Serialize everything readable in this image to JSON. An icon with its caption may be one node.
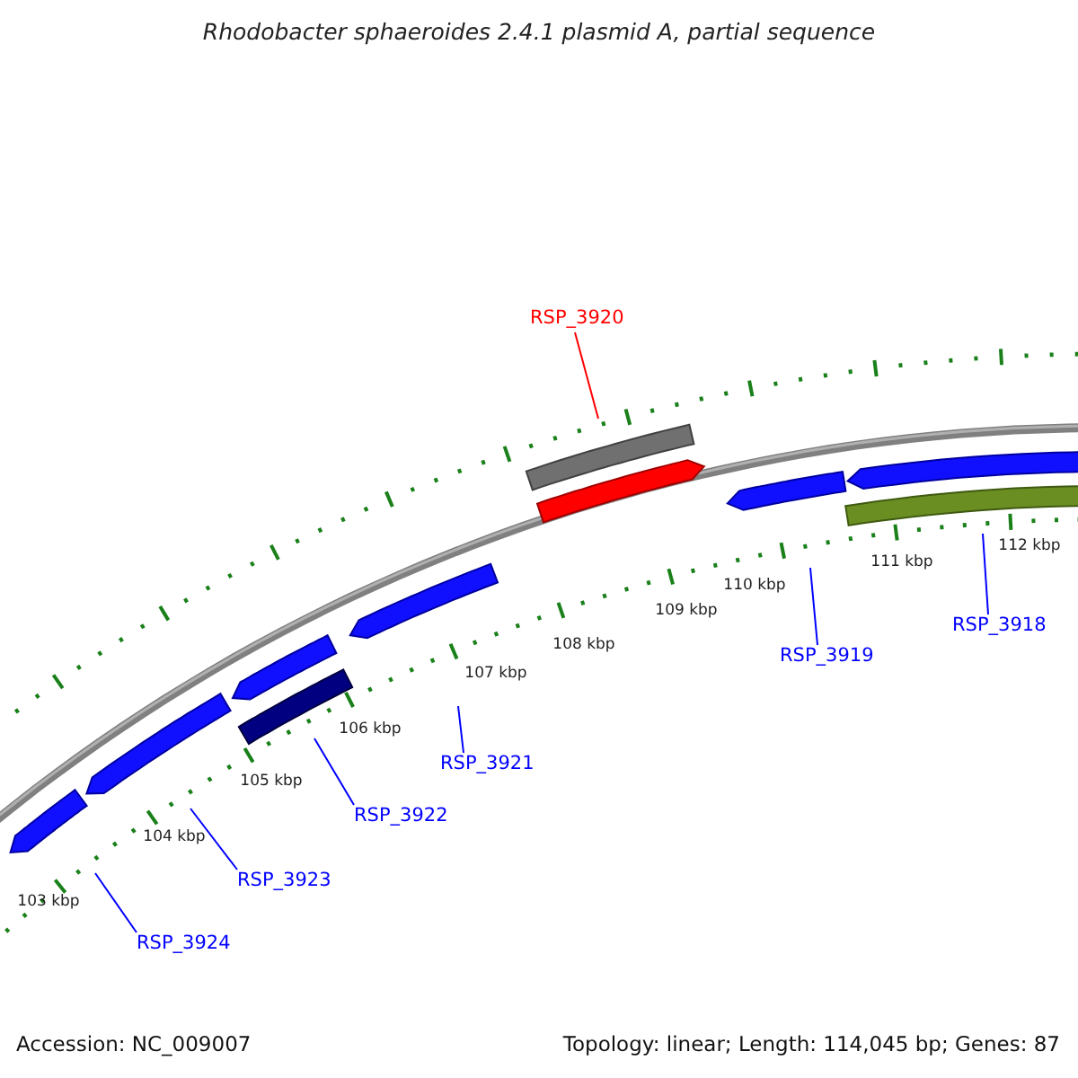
{
  "diagram": {
    "title": "Rhodobacter sphaeroides 2.4.1 plasmid A, partial sequence",
    "nodes": [
      {
        "text": [
          "RSP_3920"
        ]
      },
      {
        "text": [
          "RSP_3918"
        ]
      },
      {
        "text": [
          "RSP_3919"
        ]
      },
      {
        "text": [
          "RSP_3921"
        ]
      },
      {
        "text": [
          "RSP_3922"
        ]
      },
      {
        "text": [
          "RSP_3923"
        ]
      },
      {
        "text": [
          "RSP_3924"
        ]
      }
    ],
    "edges": [
      {
        "from": 0,
        "to": null,
        "arrow": "none",
        "color": "#ff0000"
      },
      {
        "from": 1,
        "to": null,
        "arrow": "none"
      },
      {
        "from": 2,
        "to": null,
        "arrow": "none"
      },
      {
        "from": 3,
        "to": null,
        "arrow": "none"
      },
      {
        "from": 4,
        "to": null,
        "arrow": "none"
      },
      {
        "from": 5,
        "to": null,
        "arrow": "none"
      },
      {
        "from": 6,
        "to": null,
        "arrow": "none"
      }
    ],
    "labels": [
      "103 kbp",
      "104 kbp",
      "105 kbp",
      "106 kbp",
      "107 kbp",
      "108 kbp",
      "109 kbp",
      "110 kbp",
      "111 kbp",
      "112 kbp",
      "Accession: NC_009007",
      "Topology: linear; Length: 114,045 bp; Genes: 87"
    ]
  }
}
